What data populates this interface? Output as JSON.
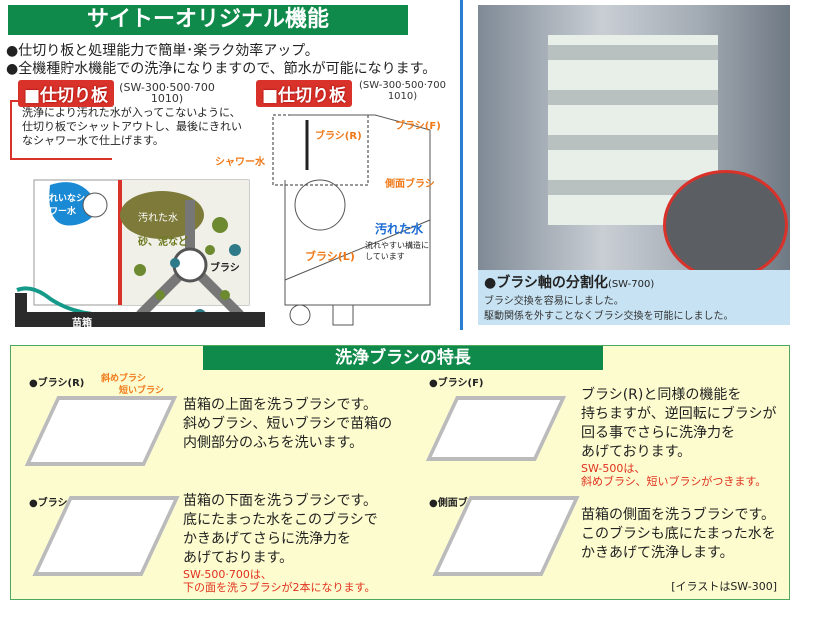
{
  "top_left": {
    "title": "サイトーオリジナル機能",
    "bullets": [
      "●仕切り板と処理能力で簡単･楽ラク効率アップ。",
      "●全機種貯水機能での洗浄になりますので、節水が可能になります。"
    ],
    "left_block": {
      "heading": "■仕切り板",
      "models": "(SW-300·500·700",
      "models2": "1010)",
      "description": [
        "洗浄により汚れた水が入ってこないように、",
        "仕切り板でシャットアウトし、最後にきれい",
        "なシャワー水で仕上げます。"
      ],
      "diagram": {
        "clean_water": "きれいなシャワー水",
        "dirty_water": "汚れた水",
        "sand_mud": "砂、泥など",
        "brush": "ブラシ",
        "seedling_box": "苗箱"
      }
    },
    "right_block": {
      "heading": "■仕切り板",
      "models": "(SW-300·500·700",
      "models2": "1010)",
      "diagram": {
        "brush_r": "ブラシ(R)",
        "brush_f": "ブラシ(F)",
        "shower": "シャワー水",
        "side_brush": "側面ブラシ",
        "dirty_water": "汚れた水",
        "flow_note": [
          "流れやすい構造に",
          "しています"
        ],
        "brush_l": "ブラシ(L)"
      }
    }
  },
  "photo": {
    "caption_title": "●ブラシ軸の分割化",
    "caption_model": "(SW-700)",
    "caption_lines": [
      "ブラシ交換を容易にしました。",
      "駆動関係を外すことなくブラシ交換を可能にしました。"
    ]
  },
  "brush_features": {
    "title": "洗浄ブラシの特長",
    "items": [
      {
        "label": "●ブラシ(R)",
        "callouts": [
          "斜めブラシ",
          "短いブラシ"
        ],
        "lines": [
          "苗箱の上面を洗うブラシです。",
          "斜めブラシ、短いブラシで苗箱の",
          "内側部分のふちを洗います。"
        ],
        "note": []
      },
      {
        "label": "●ブラシ(F)",
        "callouts": [],
        "lines": [
          "ブラシ(R)と同様の機能を",
          "持ちますが、逆回転にブラシが",
          "回る事でさらに洗浄力を",
          "あげております。"
        ],
        "note": [
          "SW-500は、",
          "斜めブラシ、短いブラシがつきます。"
        ]
      },
      {
        "label": "●ブラシ(L)",
        "callouts": [],
        "lines": [
          "苗箱の下面を洗うブラシです。",
          "底にたまった水をこのブラシで",
          "かきあげてさらに洗浄力を",
          "あげております。"
        ],
        "note": [
          "SW-500·700は、",
          "下の面を洗うブラシが2本になります。"
        ]
      },
      {
        "label": "●側面ブラシ",
        "callouts": [],
        "lines": [
          "苗箱の側面を洗うブラシです。",
          "このブラシも底にたまった水を",
          "かきあげて洗浄します。"
        ],
        "note": []
      }
    ],
    "footnote": "[イラストはSW-300]"
  },
  "colors": {
    "green": "#0f8a4a",
    "red": "#d8322a",
    "orange": "#f07a1a",
    "blue": "#1a8ad4",
    "panel": "#fdfccf"
  }
}
